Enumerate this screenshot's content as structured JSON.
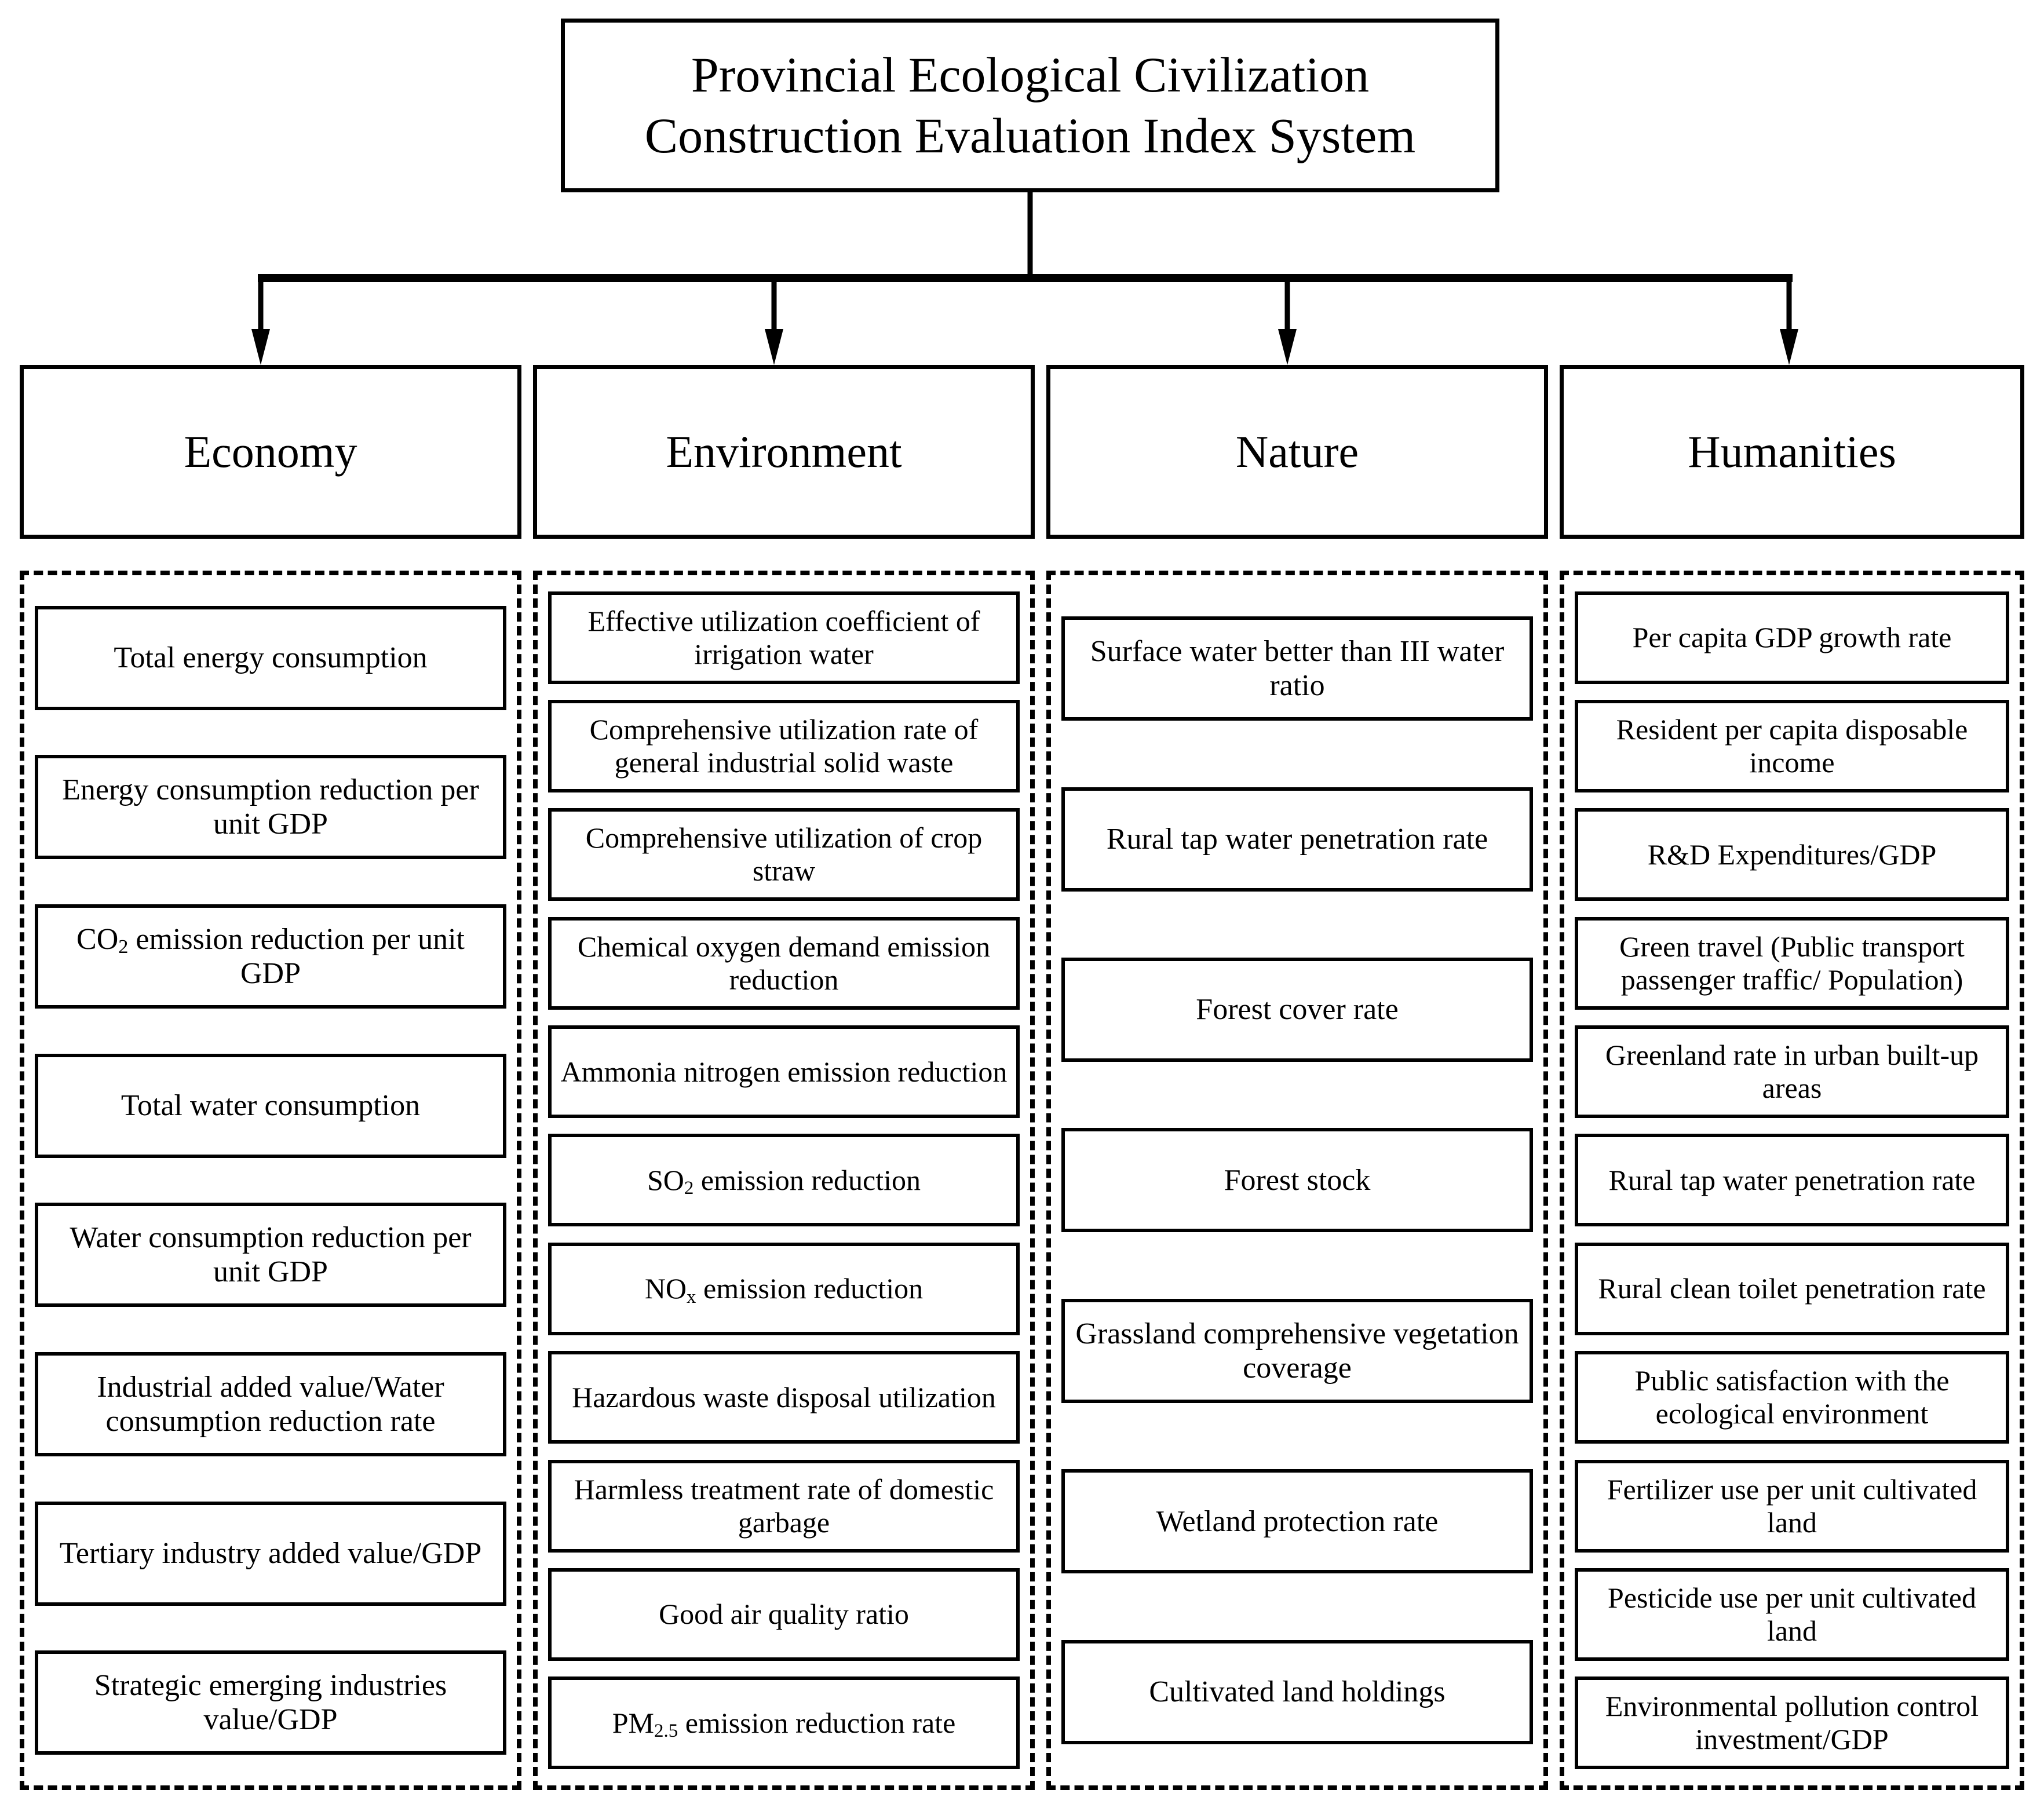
{
  "root": {
    "title": "Provincial Ecological Civilization Construction Evaluation Index System"
  },
  "categories": [
    {
      "key": "economy",
      "label": "Economy"
    },
    {
      "key": "environment",
      "label": "Environment"
    },
    {
      "key": "nature",
      "label": "Nature"
    },
    {
      "key": "humanities",
      "label": "Humanities"
    }
  ],
  "groups": {
    "economy": {
      "label": "Economy",
      "indicators": [
        "Total energy consumption",
        "Energy consumption reduction per unit GDP",
        "CO2 emission reduction per unit GDP",
        "Total water consumption",
        "Water consumption reduction per unit GDP",
        "Industrial added value/Water consumption reduction rate",
        "Tertiary industry added value/GDP",
        "Strategic emerging industries value/GDP"
      ]
    },
    "environment": {
      "label": "Environment",
      "indicators": [
        "Effective utilization coefficient of irrigation water",
        "Comprehensive utilization rate of general industrial solid waste",
        "Comprehensive utilization of crop straw",
        "Chemical oxygen demand emission reduction",
        "Ammonia nitrogen emission reduction",
        "SO2 emission reduction",
        "NOx emission reduction",
        "Hazardous waste disposal utilization",
        "Harmless treatment rate of domestic garbage",
        "Good air quality ratio",
        "PM2.5 emission reduction rate"
      ]
    },
    "nature": {
      "label": "Nature",
      "indicators": [
        "Surface water  better than  III water  ratio",
        "Rural tap water penetration rate",
        "Forest cover rate",
        "Forest stock",
        "Grassland comprehensive vegetation coverage",
        "Wetland protection rate",
        "Cultivated land holdings"
      ]
    },
    "humanities": {
      "label": "Humanities",
      "indicators": [
        "Per capita GDP growth rate",
        "Resident per capita disposable income",
        "R&D Expenditures/GDP",
        "Green travel (Public transport passenger traffic/ Population)",
        "Greenland rate in urban built-up areas",
        "Rural tap water penetration rate",
        "Rural clean toilet penetration rate",
        "Public satisfaction with the ecological environment",
        "Fertilizer use per unit cultivated land",
        "Pesticide use per unit cultivated land",
        "Environmental pollution control investment/GDP"
      ]
    }
  },
  "subscripts": {
    "CO2": {
      "base": "CO",
      "sub": "2"
    },
    "SO2": {
      "base": "SO",
      "sub": "2"
    },
    "NOx": {
      "base": "NO",
      "sub": "x"
    },
    "PM2.5": {
      "base": "PM",
      "sub": "2.5"
    }
  },
  "colors": {
    "stroke": "#000000",
    "background": "#ffffff"
  }
}
